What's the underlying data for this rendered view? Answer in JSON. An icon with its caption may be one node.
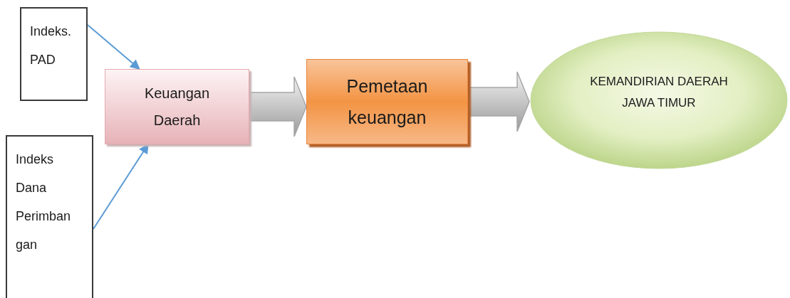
{
  "diagram": {
    "nodes": [
      {
        "text": [
          "Indeks. PAD"
        ]
      },
      {
        "text": [
          "Indeks Dana Perimban gan"
        ]
      },
      {
        "text": [
          "Keuangan Daerah"
        ]
      },
      {
        "text": [
          "Pemetaan keuangan"
        ]
      },
      {
        "text": [
          "KEMANDIRIAN DAERAH JAWA TIMUR"
        ]
      }
    ],
    "edges": [
      {
        "from": 0,
        "to": 2,
        "arrow": "to"
      },
      {
        "from": 1,
        "to": 2,
        "arrow": "to"
      },
      {
        "from": 2,
        "to": 3,
        "arrow": "to",
        "style": "thick",
        "color": "#a6a6a6"
      },
      {
        "from": 3,
        "to": 4,
        "arrow": "to",
        "style": "thick",
        "color": "#a6a6a6"
      }
    ]
  }
}
